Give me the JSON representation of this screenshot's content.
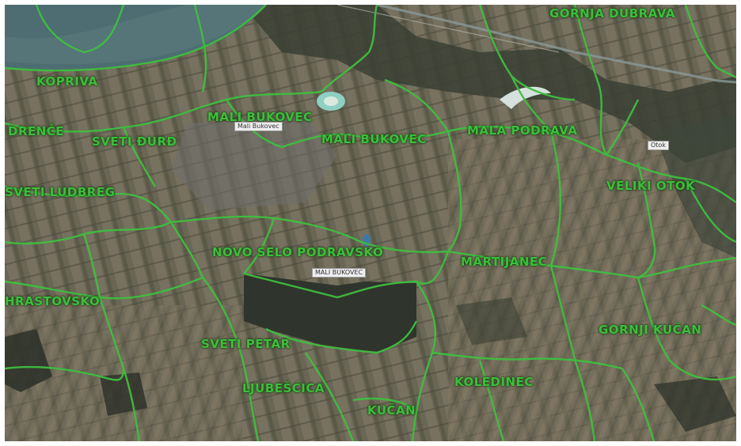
{
  "map": {
    "labels": [
      "GORNJA DUBRAVA",
      "KOPRIVA",
      "DRENČE",
      "MALI BUKOVEC",
      "MALI BUKOVEC",
      "MALA PODRAVA",
      "SVETI LUDBREG",
      "VELIKI OTOK",
      "NOVO SELO PODRAVSKO",
      "MARTIJANEC",
      "SVETI ĐURĐ",
      "HRASTOVSKO",
      "SVETI PETAR",
      "LJUBEŠĆICA",
      "KOLEDINEC",
      "KUČAN",
      "GORNJI KUČAN"
    ],
    "markers": [
      "Mali Bukovec",
      "MALI BUKOVEC",
      "Otok"
    ],
    "colors": {
      "boundary": "#3fbf3f",
      "label": "#3bbf3b",
      "water": "#4f6f74"
    }
  }
}
